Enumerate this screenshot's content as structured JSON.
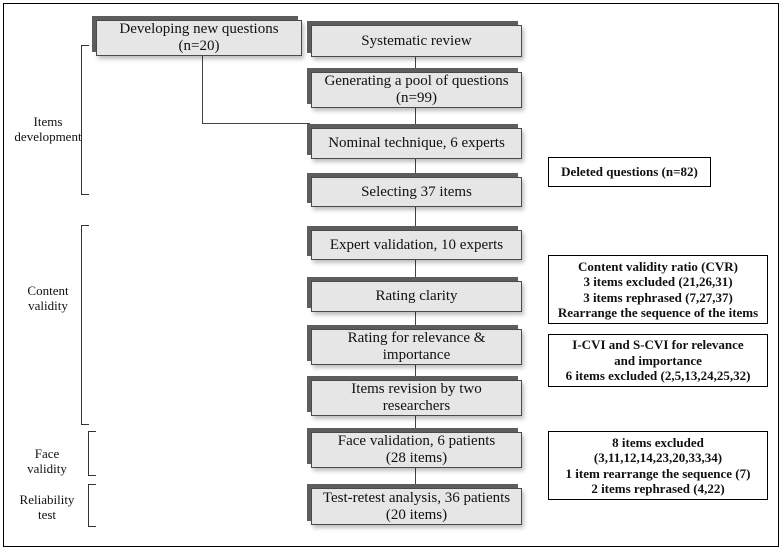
{
  "stages": {
    "items_development": [
      "Items",
      "development"
    ],
    "content_validity": [
      "Content",
      "validity"
    ],
    "face_validity": [
      "Face",
      "validity"
    ],
    "reliability_test": [
      "Reliability",
      "test"
    ]
  },
  "side_box": {
    "title": "Developing new questions",
    "count": "(n=20)"
  },
  "flow": [
    [
      "Systematic review"
    ],
    [
      "Generating a pool of questions",
      "(n=99)"
    ],
    [
      "Nominal technique, 6 experts"
    ],
    [
      "Selecting 37 items"
    ],
    [
      "Expert validation, 10 experts"
    ],
    [
      "Rating clarity"
    ],
    [
      "Rating for relevance &",
      "importance"
    ],
    [
      "Items revision by two",
      "researchers"
    ],
    [
      "Face validation, 6 patients",
      "(28 items)"
    ],
    [
      "Test-retest analysis, 36 patients",
      "(20 items)"
    ]
  ],
  "notes": [
    [
      "Deleted questions (n=82)"
    ],
    [
      "Content validity ratio (CVR)",
      "3 items excluded (21,26,31)",
      "3 items rephrased (7,27,37)",
      "Rearrange the sequence of the items"
    ],
    [
      "I-CVI and S-CVI for relevance",
      "and importance",
      "6 items excluded (2,5,13,24,25,32)"
    ],
    [
      "8 items excluded",
      "(3,11,12,14,23,20,33,34)",
      "1 item rearrange the sequence (7)",
      "2 items rephrased (4,22)"
    ]
  ]
}
